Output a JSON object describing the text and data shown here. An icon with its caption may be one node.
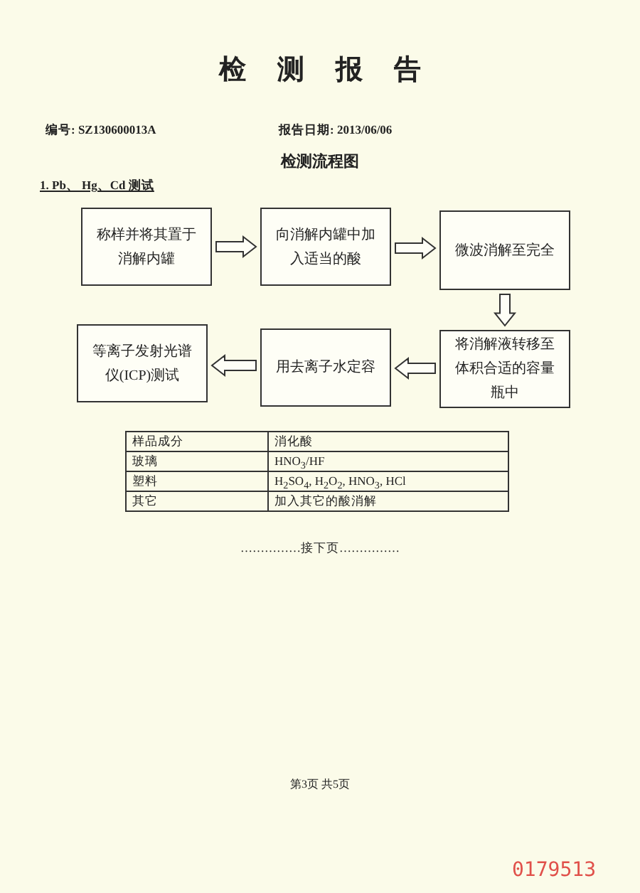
{
  "diagram": {
    "title": "检测报告",
    "nodes": [
      {
        "text": [
          "称样并将其置于消解内罐"
        ]
      },
      {
        "text": [
          "向消解内罐中加入适当的酸"
        ]
      },
      {
        "text": [
          "微波消解至完全"
        ]
      },
      {
        "text": [
          "将消解液转移至体积合适的容量瓶中"
        ]
      },
      {
        "text": [
          "用去离子水定容"
        ]
      },
      {
        "text": [
          "等离子发射光谱仪(ICP)测试"
        ]
      }
    ],
    "edges": [
      {
        "from": 0,
        "to": 1,
        "arrow": "to"
      },
      {
        "from": 1,
        "to": 2,
        "arrow": "to"
      },
      {
        "from": 2,
        "to": 3,
        "arrow": "to"
      },
      {
        "from": 3,
        "to": 4,
        "arrow": "to"
      },
      {
        "from": 4,
        "to": 5,
        "arrow": "to"
      }
    ],
    "labels": [
      "编号: SZ130600013A",
      "报告日期: 2013/06/06",
      "检测流程图",
      "1. Pb、 Hg、Cd 测试",
      "样品成分",
      "消化酸",
      "玻璃",
      "HNO$_{3}$/HF",
      "塑料",
      "H$_{2}$SO$_{4}$, H$_{2}$O$_{2}$, HNO$_{3}$, HCl",
      "其它",
      "加入其它的酸消解",
      "……………接下页……………",
      "第3页 共5页",
      "0179513"
    ]
  }
}
